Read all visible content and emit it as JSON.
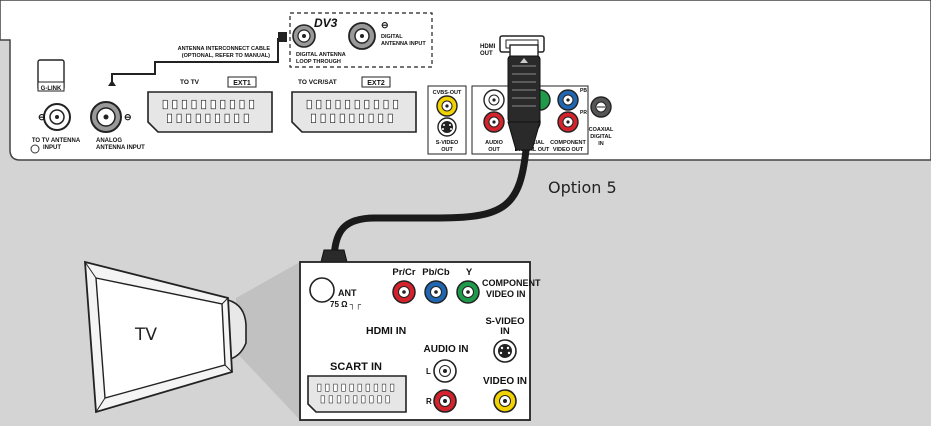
{
  "recorder": {
    "dv3_logo": "DV3",
    "g_link": "G-LINK",
    "to_tv_antenna_1": "TO TV ANTENNA",
    "to_tv_antenna_2": "INPUT",
    "analog_antenna_1": "ANALOG",
    "analog_antenna_2": "ANTENNA INPUT",
    "interconnect_1": "ANTENNA INTERCONNECT CABLE",
    "interconnect_2": "(OPTIONAL, REFER TO MANUAL)",
    "digital_loop_1": "DIGITAL ANTENNA",
    "digital_loop_2": "LOOP THROUGH",
    "digital_input_1": "DIGITAL",
    "digital_input_2": "ANTENNA INPUT",
    "to_tv": "TO TV",
    "ext1": "EXT1",
    "to_vcr_sat": "TO VCR/SAT",
    "ext2": "EXT2",
    "cvbs_out": "CVBS-OUT",
    "svideo_out_1": "S-VIDEO",
    "svideo_out_2": "OUT",
    "hdmi_out_1": "HDMI",
    "hdmi_out_2": "OUT",
    "audio_out_1": "AUDIO",
    "audio_out_2": "OUT",
    "coax_digital_out_1": "COAXIAL",
    "coax_digital_out_2": "DIGITAL OUT",
    "component_out_1": "COMPONENT",
    "component_out_2": "VIDEO OUT",
    "coax_in_1": "COAXIAL",
    "coax_in_2": "DIGITAL",
    "coax_in_3": "IN",
    "pb_label": "PB",
    "pr_label": "PR"
  },
  "option_label": "Option 5",
  "tv": {
    "screen_label": "TV",
    "ant_label_1": "ANT",
    "ant_label_2": "75 Ω ┐┌",
    "pr_cr": "Pr/Cr",
    "pb_cb": "Pb/Cb",
    "y": "Y",
    "component_in_1": "COMPONENT",
    "component_in_2": "VIDEO IN",
    "hdmi_in": "HDMI IN",
    "svideo_in_1": "S-VIDEO",
    "svideo_in_2": "IN",
    "audio_in": "AUDIO IN",
    "l": "L",
    "r": "R",
    "scart_in": "SCART IN",
    "video_in": "VIDEO IN"
  },
  "colors": {
    "background": "#d4d4d4",
    "yellow": "#f2d200",
    "red": "#d4232c",
    "green": "#1f9a4a",
    "blue": "#2166b0",
    "white": "#ffffff",
    "cable": "#1a1a1a"
  }
}
